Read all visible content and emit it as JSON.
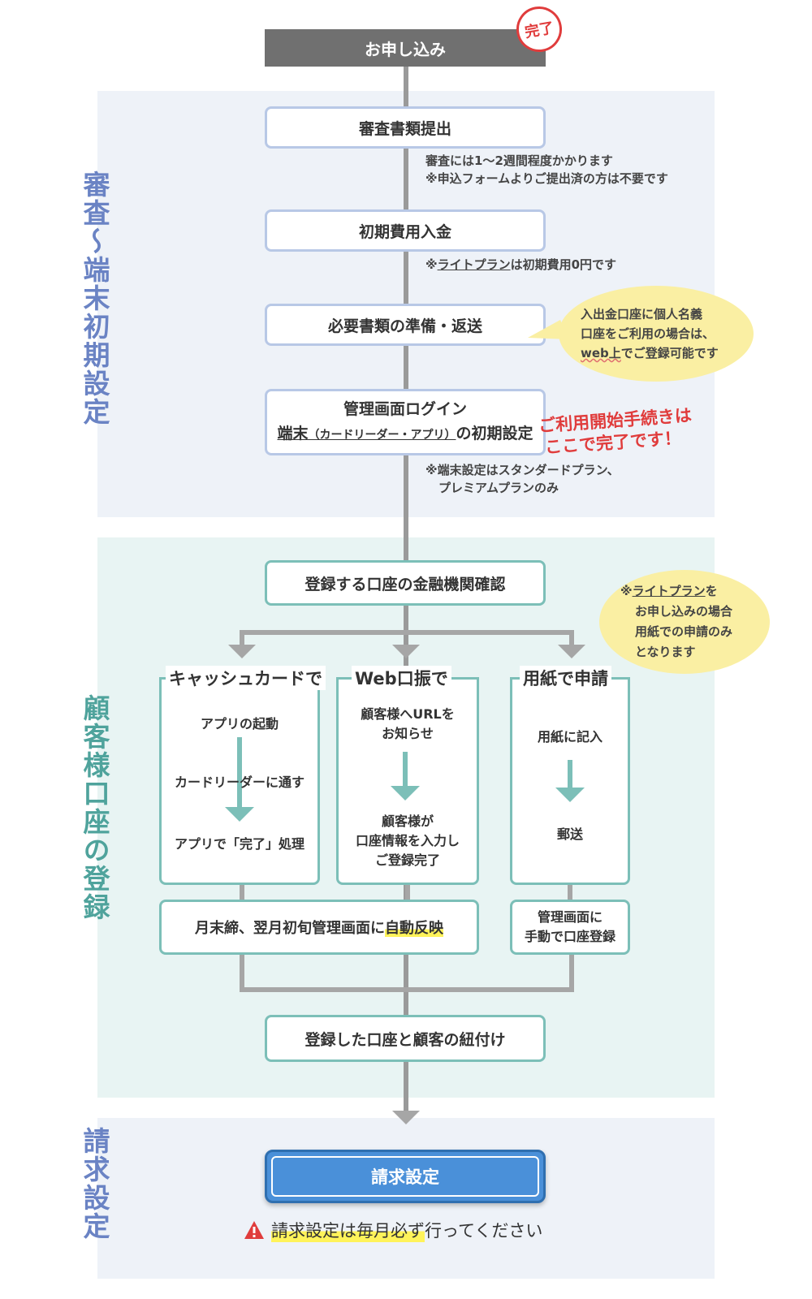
{
  "colors": {
    "accent_blue": "#4a90d9",
    "teal": "#7cbfb8",
    "red": "#e03c3c",
    "highlight": "#fff35a",
    "bubble": "#faefa3",
    "section1_label": "#6a83c4",
    "section2_label": "#4fa39c"
  },
  "start": {
    "label": "お申し込み",
    "stamp": "完了"
  },
  "section1": {
    "label": "審査〜端末初期設定",
    "step1": {
      "label": "審査書類提出",
      "note_line1": "審査には1〜2週間程度かかります",
      "note_line2": "※申込フォームよりご提出済の方は不要です"
    },
    "step2": {
      "label": "初期費用入金",
      "note_prefix": "※",
      "note_link": "ライトプラン",
      "note_suffix": "は初期費用0円です"
    },
    "step3": {
      "label": "必要書類の準備・返送"
    },
    "bubble1": {
      "line1": "入出金口座に個人名義",
      "line2": "口座をご利用の場合は、",
      "line3_link": "web上",
      "line3_suffix": "でご登録可能です"
    },
    "step4": {
      "line1": "管理画面ログイン",
      "line2_a": "端末",
      "line2_b": "（カードリーダー・アプリ）",
      "line2_c": "の初期設定"
    },
    "complete_note": {
      "line1": "ご利用開始手続きは",
      "line2": "ここで完了です！"
    },
    "step4_note": {
      "line1": "※端末設定はスタンダードプラン、",
      "line2": "プレミアムプランのみ"
    }
  },
  "section2": {
    "label": "顧客様口座の登録",
    "step_confirm": "登録する口座の金融機関確認",
    "bubble2": {
      "line1_prefix": "※",
      "line1_link": "ライトプラン",
      "line1_suffix": "を",
      "line2": "お申し込みの場合",
      "line3": "用紙での申請のみ",
      "line4": "となります"
    },
    "col_cash": {
      "title": "キャッシュカードで",
      "item1": "アプリの起動",
      "item2": "カードリーダーに通す",
      "item3": "アプリで「完了」処理"
    },
    "col_web": {
      "title": "Web口振で",
      "item1_l1": "顧客様へURLを",
      "item1_l2": "お知らせ",
      "item2_l1": "顧客様が",
      "item2_l2": "口座情報を入力し",
      "item2_l3": "ご登録完了"
    },
    "col_paper": {
      "title": "用紙で申請",
      "item1": "用紙に記入",
      "item2": "郵送"
    },
    "auto_reflect": {
      "prefix": "月末締、翌月初旬管理画面に",
      "highlight": "自動反映"
    },
    "manual": {
      "line1": "管理画面に",
      "line2": "手動で口座登録"
    },
    "link_step": "登録した口座と顧客の紐付け"
  },
  "section3": {
    "label": "請求設定",
    "billing": "請求設定",
    "warning_highlight": "請求設定は毎月必ず",
    "warning_rest": "行ってください"
  }
}
